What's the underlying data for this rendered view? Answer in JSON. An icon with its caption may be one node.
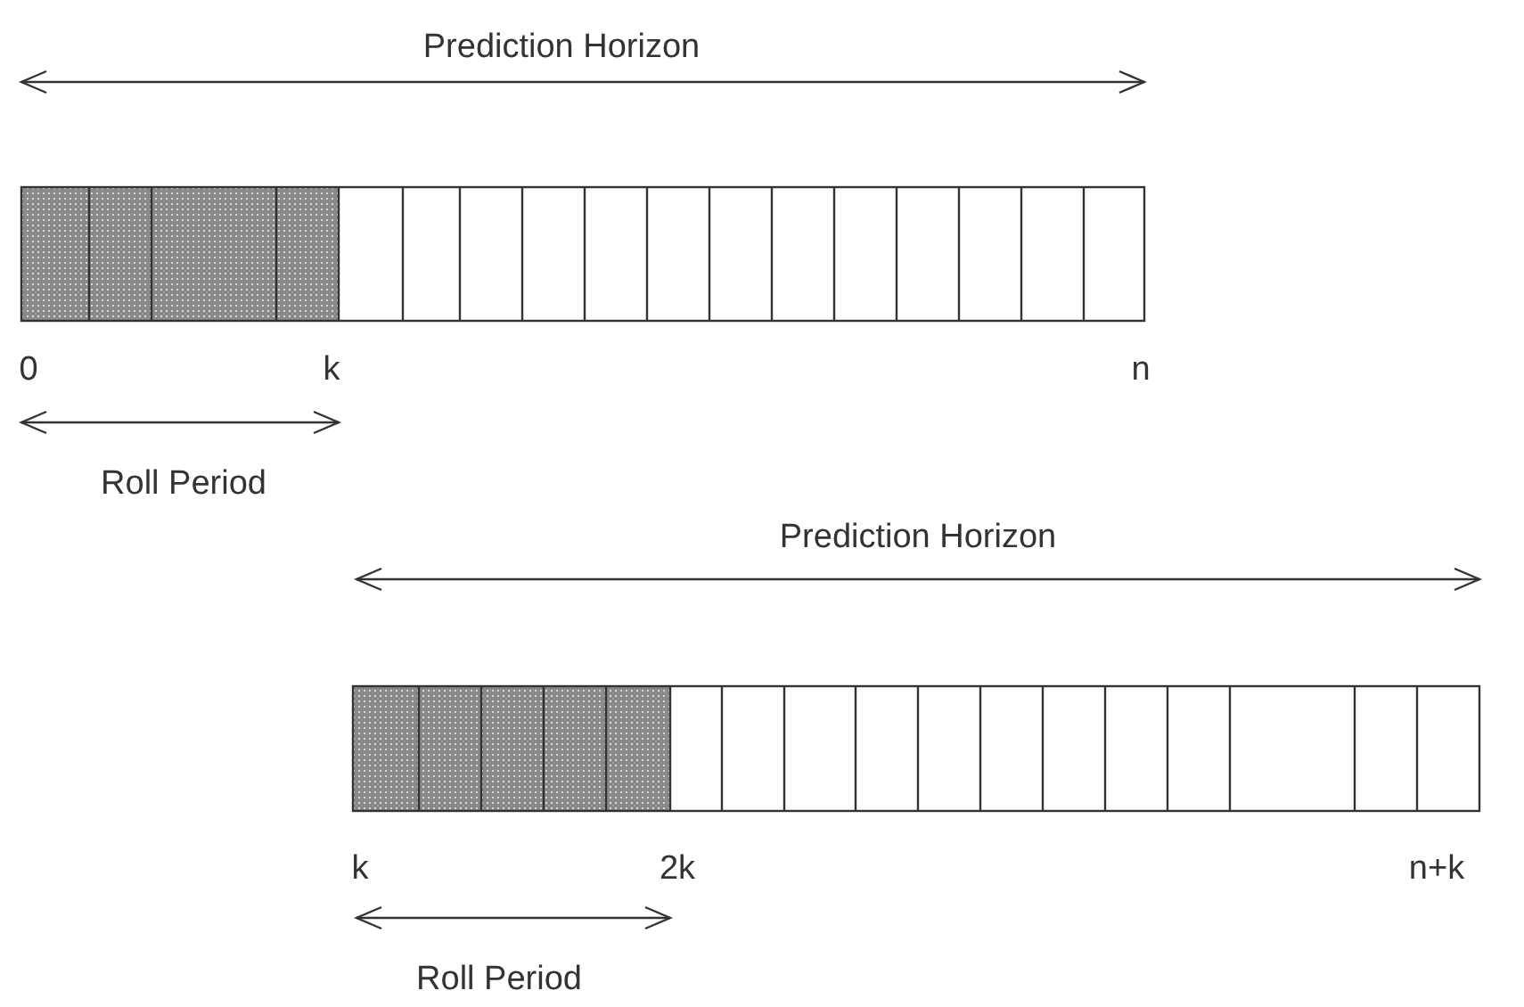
{
  "diagram": {
    "labels": [
      "Prediction Horizon",
      "0",
      "k",
      "n",
      "Roll Period",
      "Prediction Horizon",
      "k",
      "2k",
      "n+k",
      "Roll Period"
    ]
  }
}
